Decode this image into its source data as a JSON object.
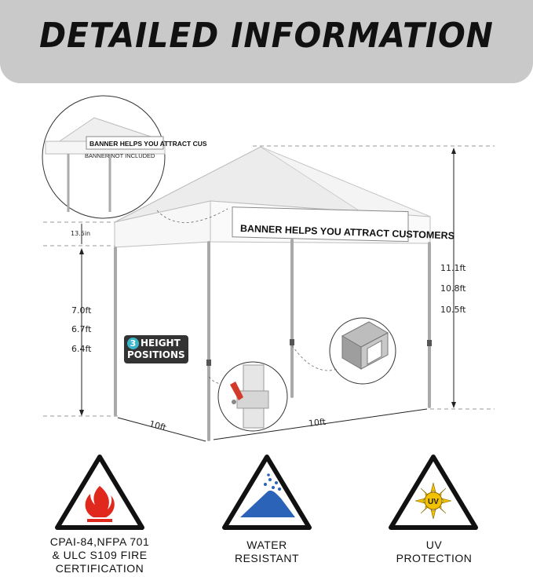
{
  "header": {
    "title": "DETAILED INFORMATION"
  },
  "tent": {
    "banner_text": "BANNER HELPS YOU ATTRACT CUSTOMERS",
    "inset_banner_text": "BANNER HELPS YOU ATTRACT CUS",
    "inset_note": "BANNER NOT INCLUDED"
  },
  "dimensions": {
    "valance": "13.5in",
    "eave_heights": [
      "7.0ft",
      "6.7ft",
      "6.4ft"
    ],
    "peak_heights": [
      "11.1ft",
      "10.8ft",
      "10.5ft"
    ],
    "width_left": "10ft",
    "width_right": "10ft"
  },
  "height_badge": {
    "number": "3",
    "line1": "HEIGHT",
    "line2": "POSITIONS"
  },
  "features": [
    {
      "icon": "fire-warning-icon",
      "lines": [
        "CPAI-84,NFPA 701",
        "& ULC S109 FIRE",
        "CERTIFICATION"
      ]
    },
    {
      "icon": "water-warning-icon",
      "lines": [
        "WATER",
        "RESISTANT"
      ]
    },
    {
      "icon": "uv-warning-icon",
      "lines": [
        "UV",
        "PROTECTION"
      ]
    }
  ],
  "colors": {
    "header_bg": "#c9c9c9",
    "fire_red": "#e0281c",
    "water_blue": "#2a63b8",
    "uv_yellow": "#f2c200",
    "badge_accent": "#3ab4c8"
  }
}
